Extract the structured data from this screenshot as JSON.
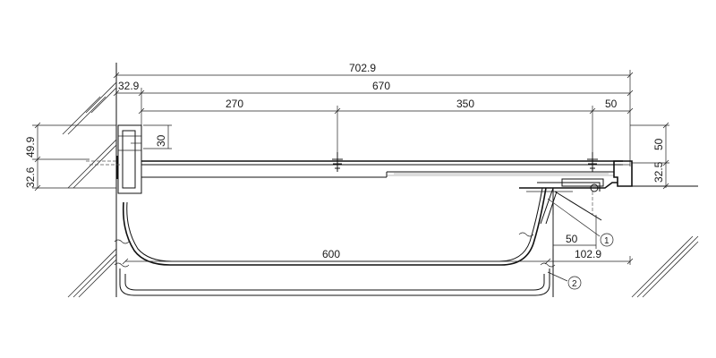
{
  "dimensions": {
    "overall_width": "702.9",
    "left_offset": "32.9",
    "inner_width": "670",
    "span_left": "270",
    "span_middle": "350",
    "span_right": "50",
    "left_total_height": "49.9",
    "left_lower_height": "32.6",
    "bracket_height": "30",
    "right_total_height": "50",
    "right_lower_height": "32.5",
    "opening_width": "600",
    "right_detail_width": "50",
    "right_projection": "102.9"
  },
  "callouts": [
    "1",
    "2"
  ],
  "colors": {
    "line": "#111111",
    "background": "#ffffff"
  }
}
